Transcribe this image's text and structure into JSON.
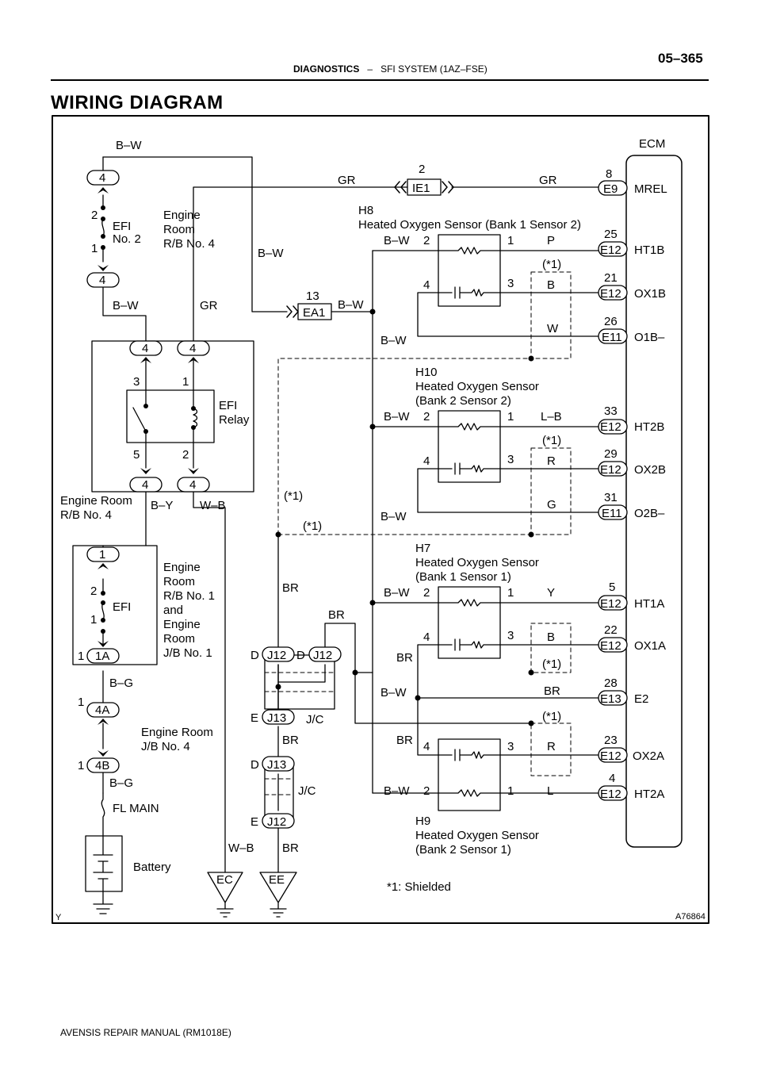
{
  "header": {
    "section": "DIAGNOSTICS",
    "dash": "–",
    "subsection": "SFI SYSTEM (1AZ–FSE)",
    "page_number": "05–365"
  },
  "title": "WIRING DIAGRAM",
  "footer": "AVENSIS REPAIR MANUAL   (RM1018E)",
  "figure_id": "A76864",
  "corner_mark": "Y",
  "ecm": {
    "label": "ECM",
    "terminals": [
      {
        "pin": "8",
        "connector": "E9",
        "name": "MREL"
      },
      {
        "pin": "25",
        "connector": "E12",
        "name": "HT1B"
      },
      {
        "pin": "21",
        "connector": "E12",
        "name": "OX1B"
      },
      {
        "pin": "26",
        "connector": "E11",
        "name": "O1B–"
      },
      {
        "pin": "33",
        "connector": "E12",
        "name": "HT2B"
      },
      {
        "pin": "29",
        "connector": "E12",
        "name": "OX2B"
      },
      {
        "pin": "31",
        "connector": "E11",
        "name": "O2B–"
      },
      {
        "pin": "5",
        "connector": "E12",
        "name": "HT1A"
      },
      {
        "pin": "22",
        "connector": "E12",
        "name": "OX1A"
      },
      {
        "pin": "28",
        "connector": "E13",
        "name": "E2"
      },
      {
        "pin": "23",
        "connector": "E12",
        "name": "OX2A"
      },
      {
        "pin": "4",
        "connector": "E12",
        "name": "HT2A"
      }
    ]
  },
  "sensors": {
    "h8": {
      "code": "H8",
      "title": "Heated Oxygen Sensor (Bank 1 Sensor 2)"
    },
    "h10": {
      "code": "H10",
      "title1": "Heated Oxygen Sensor",
      "title2": "(Bank 2 Sensor 2)"
    },
    "h7": {
      "code": "H7",
      "title1": "Heated Oxygen Sensor",
      "title2": "(Bank 1 Sensor 1)"
    },
    "h9": {
      "code": "H9",
      "title1": "Heated Oxygen Sensor",
      "title2": "(Bank 2 Sensor 1)"
    }
  },
  "pins": {
    "p1": "1",
    "p2": "2",
    "p3": "3",
    "p4": "4",
    "p5": "5",
    "p13": "13"
  },
  "wires": {
    "bw": "B–W",
    "gr": "GR",
    "p": "P",
    "b": "B",
    "w": "W",
    "lb": "L–B",
    "r": "R",
    "g": "G",
    "y": "Y",
    "br": "BR",
    "l": "L",
    "by": "B–Y",
    "wb": "W–B",
    "bg": "B–G"
  },
  "shielded_mark": "(*1)",
  "shielded_note": "*1: Shielded",
  "connectors": {
    "ie1": "IE1",
    "ea1": "EA1",
    "c1a": "1A",
    "c4a": "4A",
    "c4b": "4B",
    "j12": "J12",
    "j13": "J13",
    "d": "D",
    "e": "E",
    "jc": "J/C",
    "ec": "EC",
    "ee": "EE"
  },
  "components": {
    "efi2_l1": "EFI",
    "efi2_l2": "No. 2",
    "rb4_l1": "Engine",
    "rb4_l2": "Room",
    "rb4_l3": "R/B No. 4",
    "relay_l1": "EFI",
    "relay_l2": "Relay",
    "rb4b_l1": "Engine Room",
    "rb4b_l2": "R/B No. 4",
    "efi": "EFI",
    "rb1_l1": "Engine",
    "rb1_l2": "Room",
    "rb1_l3": "R/B No. 1",
    "rb1_l4": "and",
    "rb1_l5": "Engine",
    "rb1_l6": "Room",
    "rb1_l7": "J/B No. 1",
    "jb4_l1": "Engine Room",
    "jb4_l2": "J/B No. 4",
    "fl_main": "FL MAIN",
    "battery": "Battery"
  }
}
